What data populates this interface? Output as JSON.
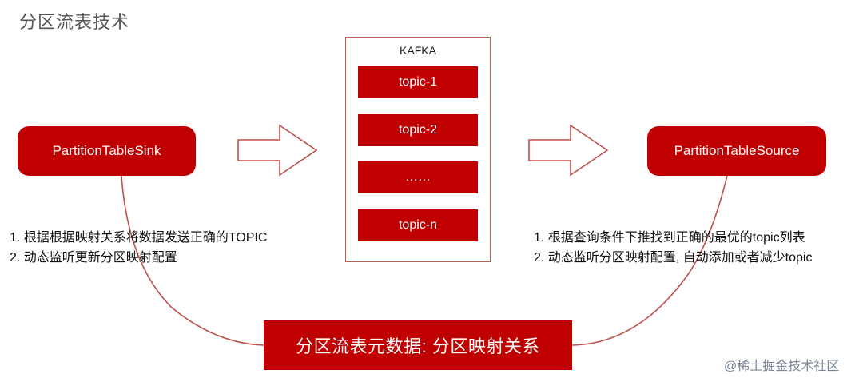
{
  "title": "分区流表技术",
  "sink": {
    "label": "PartitionTableSink"
  },
  "source": {
    "label": "PartitionTableSource"
  },
  "kafka": {
    "label": "KAFKA",
    "topics": [
      "topic-1",
      "topic-2",
      "……",
      "topic-n"
    ]
  },
  "sink_notes": [
    "1.  根据根据映射关系将数据发送正确的TOPIC",
    "2.  动态监听更新分区映射配置"
  ],
  "source_notes": [
    "1.  根据查询条件下推找到正确的最优的topic列表",
    "2.  动态监听分区映射配置, 自动添加或者减少topic"
  ],
  "metadata": {
    "label": "分区流表元数据: 分区映射关系"
  },
  "watermark": "@稀土掘金技术社区",
  "colors": {
    "accent": "#c00000",
    "frame": "#c05a4a",
    "arrow_stroke": "#c0504d"
  }
}
